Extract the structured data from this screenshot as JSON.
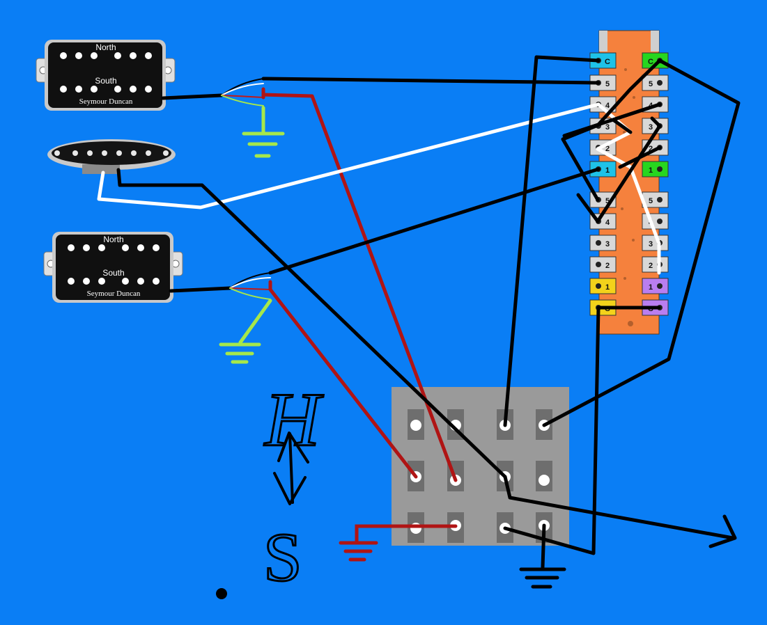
{
  "colors": {
    "background": "#0a7ef5",
    "wire_black": "#000000",
    "wire_red": "#b01414",
    "wire_white": "#ffffff",
    "wire_green": "#a6e84a",
    "switch_board": "#f5813d",
    "switch_plate": "#9a9a9a"
  },
  "pickups": {
    "neck": {
      "top_label": "North",
      "bottom_label": "South",
      "brand": "Seymour Duncan"
    },
    "bridge": {
      "top_label": "North",
      "bottom_label": "South",
      "brand": "Seymour Duncan"
    }
  },
  "blade_switch": {
    "left_lugs": [
      "C",
      "5",
      "4",
      "3",
      "2",
      "1",
      "5",
      "4",
      "3",
      "2",
      "1",
      "C"
    ],
    "right_lugs": [
      "C",
      "5",
      "4",
      "3",
      "2",
      "1",
      "5",
      "4",
      "3",
      "2",
      "1",
      "C"
    ]
  },
  "handwritten": {
    "top_letter": "H",
    "bottom_letter": "S"
  }
}
